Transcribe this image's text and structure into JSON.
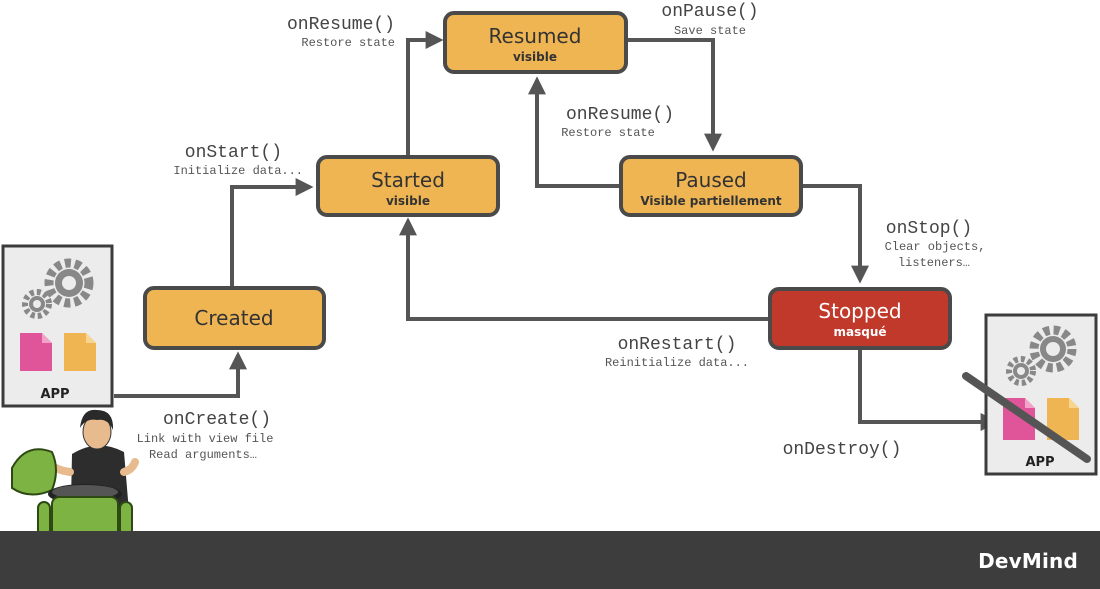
{
  "states": {
    "resumed": {
      "title": "Resumed",
      "subtitle": "visible"
    },
    "started": {
      "title": "Started",
      "subtitle": "visible"
    },
    "paused": {
      "title": "Paused",
      "subtitle": "Visible partiellement"
    },
    "created": {
      "title": "Created"
    },
    "stopped": {
      "title": "Stopped",
      "subtitle": "masqué"
    }
  },
  "transitions": {
    "on_resume_top": {
      "method": "onResume()",
      "notes": [
        "Restore state"
      ]
    },
    "on_pause": {
      "method": "onPause()",
      "notes": [
        "Save state"
      ]
    },
    "on_resume_mid": {
      "method": "onResume()",
      "notes": [
        "Restore state"
      ]
    },
    "on_start": {
      "method": "onStart()",
      "notes": [
        "Initialize data..."
      ]
    },
    "on_stop": {
      "method": "onStop()",
      "notes": [
        "Clear objects,",
        "listeners…"
      ]
    },
    "on_restart": {
      "method": "onRestart()",
      "notes": [
        "Reinitialize data..."
      ]
    },
    "on_create": {
      "method": "onCreate()",
      "notes": [
        "Link with view file",
        "Read arguments…"
      ]
    },
    "on_destroy": {
      "method": "onDestroy()"
    }
  },
  "app_cards": {
    "left_label": "APP",
    "right_label": "APP"
  },
  "footer": {
    "brand": "DevMind"
  },
  "colors": {
    "state_fill": "#f0b553",
    "state_border": "#4a4a4a",
    "stopped_fill": "#c0392b",
    "arrow": "#555555",
    "footer_bg": "#3d3d3d"
  }
}
